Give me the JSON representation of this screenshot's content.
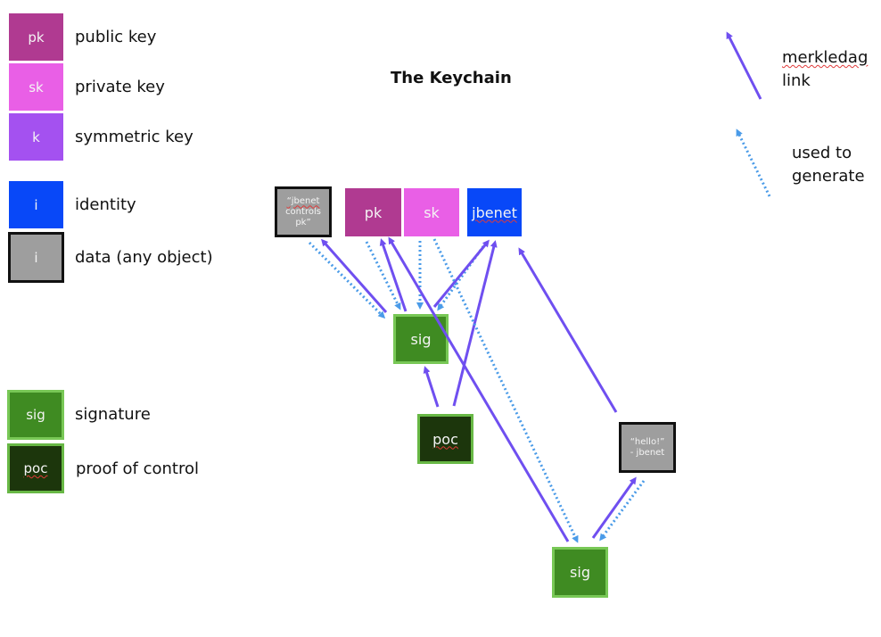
{
  "title": "The Keychain",
  "legend": {
    "pk": {
      "box": "pk",
      "label": "public key"
    },
    "sk": {
      "box": "sk",
      "label": "private key"
    },
    "k": {
      "box": "k",
      "label": "symmetric key"
    },
    "identity": {
      "box": "i",
      "label": "identity"
    },
    "data": {
      "box": "i",
      "label": "data (any object)"
    },
    "sig": {
      "box": "sig",
      "label": "signature"
    },
    "poc": {
      "box": "poc",
      "label": "proof of control"
    }
  },
  "link_legend": {
    "merkledag_line1": "merkledag",
    "merkledag_line2": "link",
    "used_line1": "used to",
    "used_line2": "generate"
  },
  "nodes": {
    "data_jbenet": {
      "line1": "“jbenet",
      "line2": "controls",
      "line3": "pk”"
    },
    "pk": "pk",
    "sk": "sk",
    "jbenet": "jbenet",
    "sig_top": "sig",
    "poc": "poc",
    "data_hello": {
      "line1": "“hello!”",
      "line2": "- jbenet"
    },
    "sig_bottom": "sig"
  },
  "colors": {
    "public_key": "#b03a91",
    "private_key": "#e95fe6",
    "symmetric_key": "#a451f0",
    "identity": "#0848f8",
    "data": "#9e9e9e",
    "signature": "#3f8b22",
    "proof_of_control": "#1c360c",
    "merkledag_link": "#6f4ff0",
    "used_to_generate": "#4a9be8"
  }
}
